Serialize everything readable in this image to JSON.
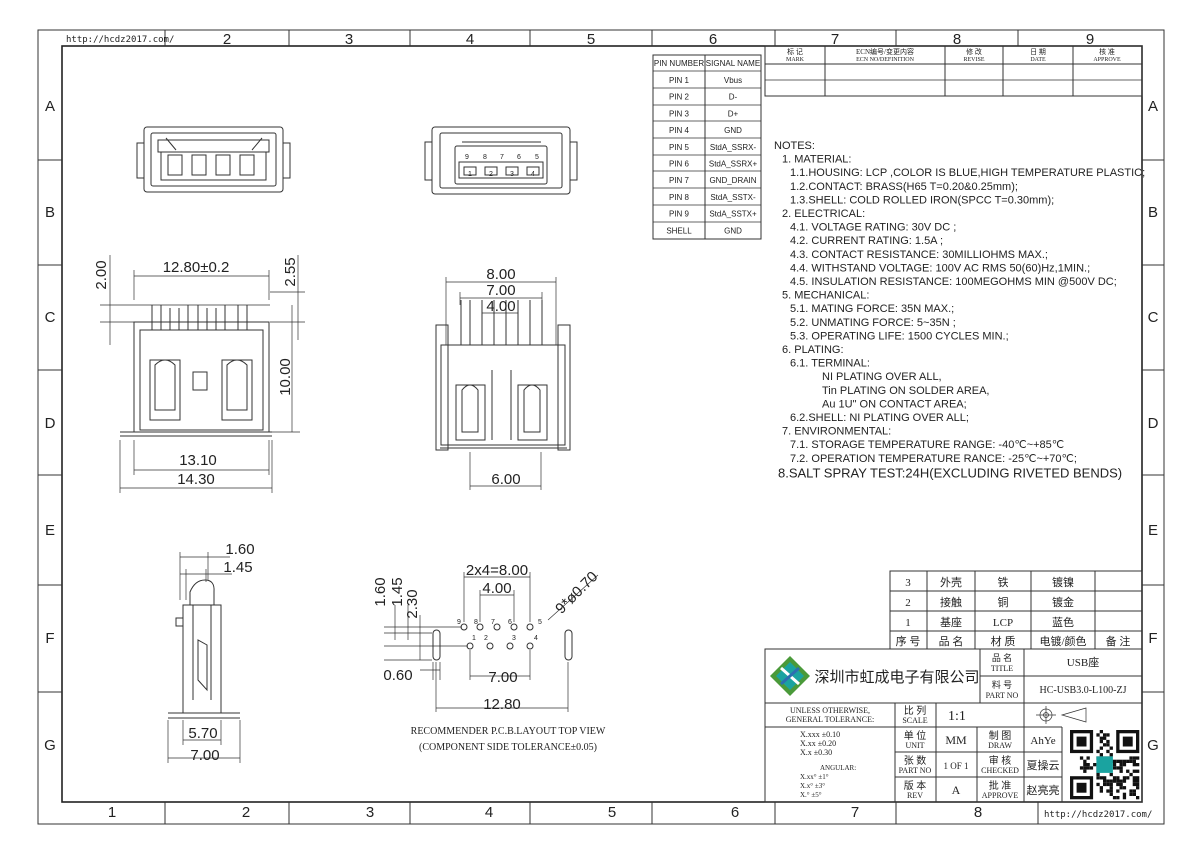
{
  "frame": {
    "url": "http://hcdz2017.com/",
    "top_columns": [
      "2",
      "3",
      "4",
      "5",
      "6",
      "7",
      "8",
      "9"
    ],
    "bottom_columns": [
      "1",
      "2",
      "3",
      "4",
      "5",
      "6",
      "7",
      "8"
    ],
    "rows": [
      "A",
      "B",
      "C",
      "D",
      "E",
      "F",
      "G"
    ]
  },
  "revision_block": {
    "headers": [
      {
        "cn": "标 记",
        "en": "MARK"
      },
      {
        "cn": "ECN编号/变更内容",
        "en": "ECN NO/DEFINITION"
      },
      {
        "cn": "修 改",
        "en": "REVISE"
      },
      {
        "cn": "日 期",
        "en": "DATE"
      },
      {
        "cn": "核 准",
        "en": "APPROVE"
      }
    ]
  },
  "pin_table": {
    "headers": [
      "PIN NUMBER",
      "SIGNAL NAME"
    ],
    "rows": [
      [
        "PIN 1",
        "Vbus"
      ],
      [
        "PIN 2",
        "D-"
      ],
      [
        "PIN 3",
        "D+"
      ],
      [
        "PIN 4",
        "GND"
      ],
      [
        "PIN 5",
        "StdA_SSRX-"
      ],
      [
        "PIN 6",
        "StdA_SSRX+"
      ],
      [
        "PIN 7",
        "GND_DRAIN"
      ],
      [
        "PIN 8",
        "StdA_SSTX-"
      ],
      [
        "PIN 9",
        "StdA_SSTX+"
      ],
      [
        "SHELL",
        "GND"
      ]
    ]
  },
  "notes": [
    "NOTES:",
    "1. MATERIAL:",
    "1.1.HOUSING: LCP ,COLOR IS BLUE,HIGH TEMPERATURE PLASTIC;",
    "1.2.CONTACT: BRASS(H65 T=0.20&0.25mm);",
    "1.3.SHELL: COLD ROLLED IRON(SPCC T=0.30mm);",
    "2. ELECTRICAL:",
    "4.1. VOLTAGE RATING: 30V DC ;",
    "4.2. CURRENT RATING: 1.5A ;",
    "4.3. CONTACT RESISTANCE: 30MILLIOHMS MAX.;",
    "4.4. WITHSTAND VOLTAGE: 100V AC RMS 50(60)Hz,1MIN.;",
    "4.5. INSULATION RESISTANCE: 100MEGOHMS MIN @500V DC;",
    "5. MECHANICAL:",
    "5.1. MATING FORCE: 35N MAX.;",
    "5.2. UNMATING FORCE: 5~35N ;",
    "5.3. OPERATING LIFE: 1500 CYCLES MIN.;",
    "6. PLATING:",
    "6.1. TERMINAL:",
    "NI PLATING OVER ALL,",
    "Tin PLATING ON SOLDER AREA,",
    "Au 1U\" ON CONTACT AREA;",
    "6.2.SHELL: NI PLATING OVER ALL;",
    "7. ENVIRONMENTAL:",
    "7.1. STORAGE TEMPERATURE RANGE: -40℃~+85℃",
    "7.2. OPERATION TEMPERATURE RANCE: -25℃~+70℃;",
    "8.SALT SPRAY TEST:24H(EXCLUDING RIVETED BENDS)"
  ],
  "dimensions": {
    "d1280": "12.80±0.2",
    "d200": "2.00",
    "d255": "2.55",
    "d1000": "10.00",
    "d1310": "13.10",
    "d1430": "14.30",
    "d800": "8.00",
    "d700": "7.00",
    "d400": "4.00",
    "d600": "6.00",
    "d160": "1.60",
    "d145": "1.45",
    "d570": "5.70",
    "d700b": "7.00",
    "p2x4": "2x4=8.00",
    "p400": "4.00",
    "p9": "9*ø0.70",
    "p160": "1.60",
    "p145": "1.45",
    "p230": "2.30",
    "p060": "0.60",
    "p700": "7.00",
    "p1280": "12.80",
    "pcb_pins_top": [
      "9",
      "8",
      "7",
      "6",
      "5"
    ],
    "pcb_pins_bot": [
      "1",
      "2",
      "3",
      "4"
    ],
    "front_pins_top": [
      "9",
      "8",
      "7",
      "6",
      "5"
    ],
    "front_pins_bot": [
      "1",
      "2",
      "3",
      "4"
    ]
  },
  "pcb_caption": [
    "RECOMMENDER P.C.B.LAYOUT TOP VIEW",
    "(COMPONENT SIDE TOLERANCE±0.05)"
  ],
  "bom": {
    "rows": [
      [
        "3",
        "外壳",
        "铁",
        "镀镍",
        ""
      ],
      [
        "2",
        "接触",
        "铜",
        "镀金",
        ""
      ],
      [
        "1",
        "基座",
        "LCP",
        "蓝色",
        ""
      ]
    ],
    "header": [
      "序 号",
      "品 名",
      "材 质",
      "电镀/颜色",
      "备 注"
    ]
  },
  "title_block": {
    "company": "深圳市虹成电子有限公司",
    "title_cn": "品 名",
    "title_en": "TITLE",
    "title_val": "USB座",
    "part_cn": "料 号",
    "part_en": "PART NO",
    "part_val": "HC-USB3.0-L100-ZJ",
    "tol_head": [
      "UNLESS OTHERWISE,",
      "GENERAL TOLERANCE:"
    ],
    "tol_lines": [
      "X.xxx ±0.10",
      "X.xx  ±0.20",
      "X.x   ±0.30"
    ],
    "angular": [
      "ANGULAR:",
      "X.xx° ±1°",
      "X.x°  ±3°",
      "X.°   ±5°"
    ],
    "scale_cn": "比 列",
    "scale_en": "SCALE",
    "scale_val": "1:1",
    "unit_cn": "单 位",
    "unit_en": "UNIT",
    "unit_val": "MM",
    "draw_cn": "制 图",
    "draw_en": "DRAW",
    "draw_val": "AhYe",
    "sheet_cn": "张 数",
    "sheet_en": "PART NO",
    "sheet_val": "1 OF 1",
    "check_cn": "审 核",
    "check_en": "CHECKED",
    "check_val": "夏操云",
    "rev_cn": "版 本",
    "rev_en": "REV",
    "rev_val": "A",
    "appr_cn": "批 准",
    "appr_en": "APPROVE",
    "appr_val": "赵亮亮"
  },
  "colors": {
    "logo_green": "#4a9a3a",
    "logo_blue": "#2c6fb0",
    "logo_teal": "#1aa3a0"
  }
}
